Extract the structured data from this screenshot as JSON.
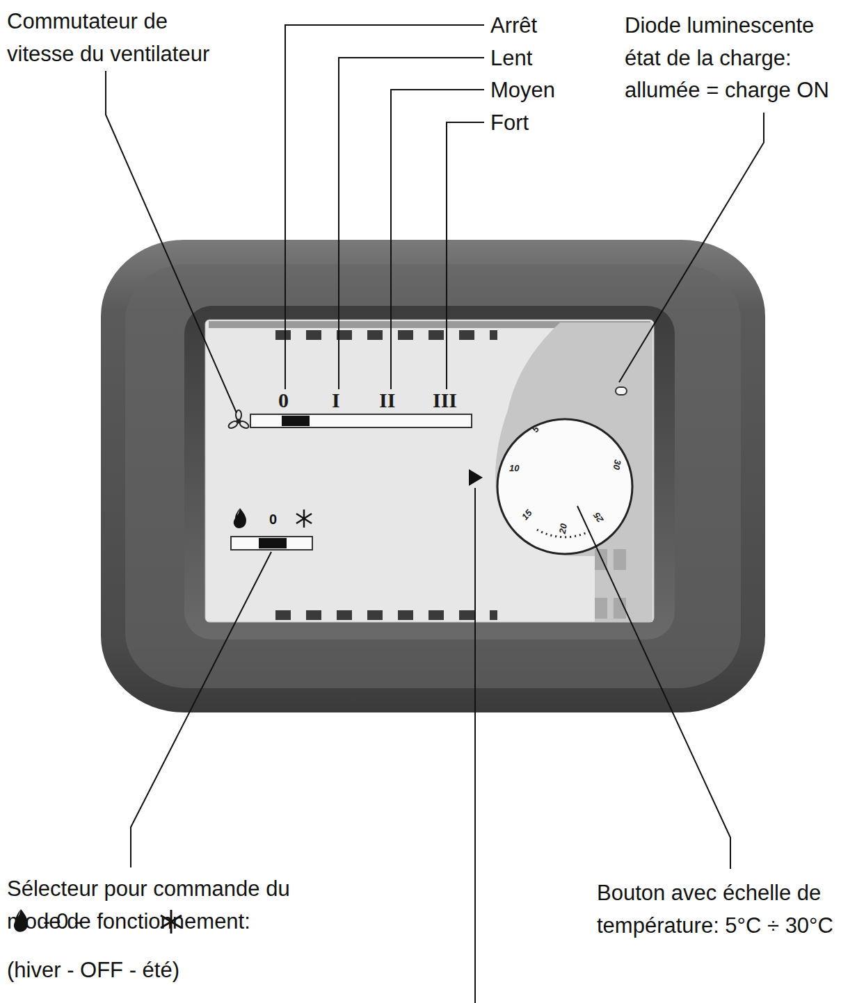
{
  "diagram": {
    "labels": [
      "Commutateur de vitesse du ventilateur",
      "Arrêt",
      "Lent",
      "Moyen",
      "Fort",
      "Diode luminescente état de la charge: allumée = charge ON",
      "0",
      "I",
      "II",
      "III",
      "5",
      "10",
      "15",
      "20",
      "25",
      "30",
      "0",
      "Sélecteur pour commande du mode de fonctionnement:",
      "- 0 -",
      "(hiver - OFF - été)",
      "Bouton avec échelle de température: 5°C ÷ 30°C"
    ]
  }
}
